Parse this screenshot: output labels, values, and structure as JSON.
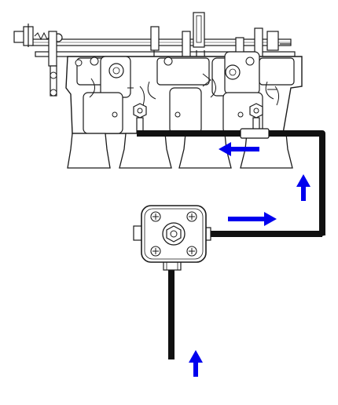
{
  "diagram": {
    "type": "fuel-system-schematic",
    "colors": {
      "flow_arrow": "#0a0ae6",
      "fuel_line": "#111111",
      "line_art": "#1a1a1a",
      "background": "#ffffff"
    },
    "components": [
      {
        "name": "carburetor-bank",
        "icon": "quad-carburetor-drawing",
        "count": 4
      },
      {
        "name": "fuel-pump",
        "icon": "rotary-fuel-pump"
      },
      {
        "name": "inlet-line",
        "icon": "fuel-line"
      },
      {
        "name": "supply-line",
        "icon": "fuel-line"
      },
      {
        "name": "fuel-rail",
        "icon": "fuel-line"
      }
    ],
    "flow_arrows": [
      {
        "name": "flow-arrow-inlet",
        "direction": "up"
      },
      {
        "name": "flow-arrow-pump-outlet",
        "direction": "right"
      },
      {
        "name": "flow-arrow-riser",
        "direction": "up"
      },
      {
        "name": "flow-arrow-rail",
        "direction": "left"
      }
    ]
  }
}
